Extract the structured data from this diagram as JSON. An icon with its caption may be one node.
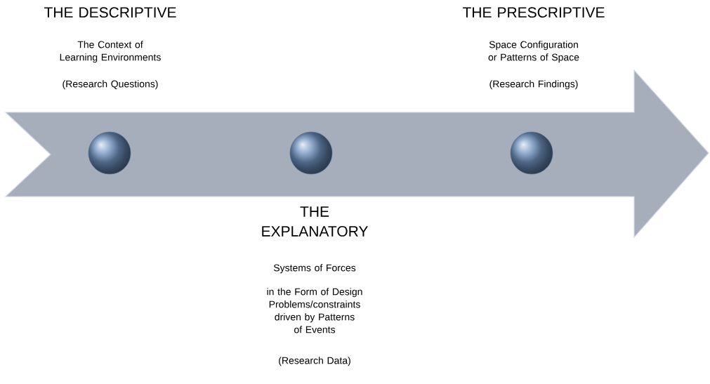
{
  "diagram": {
    "nodes": [
      {
        "text": [],
        "shape": "arrow"
      },
      {
        "text": [],
        "shape": "circle",
        "in": 0,
        "beside": [
          "THE DESCRIPTIVE",
          "The Context of Learning Environments",
          "(Research Questions)"
        ]
      },
      {
        "text": [],
        "shape": "circle",
        "in": 0,
        "beside": [
          "THE EXPLANATORY",
          "Systems of Forces",
          "in the Form of Design Problems/constraints driven by Patterns of Events",
          "(Research Data)"
        ]
      },
      {
        "text": [],
        "shape": "circle",
        "in": 0,
        "beside": [
          "THE PRESCRIPTIVE",
          "Space Configuration or Patterns of Space",
          "(Research Findings)"
        ]
      }
    ]
  }
}
